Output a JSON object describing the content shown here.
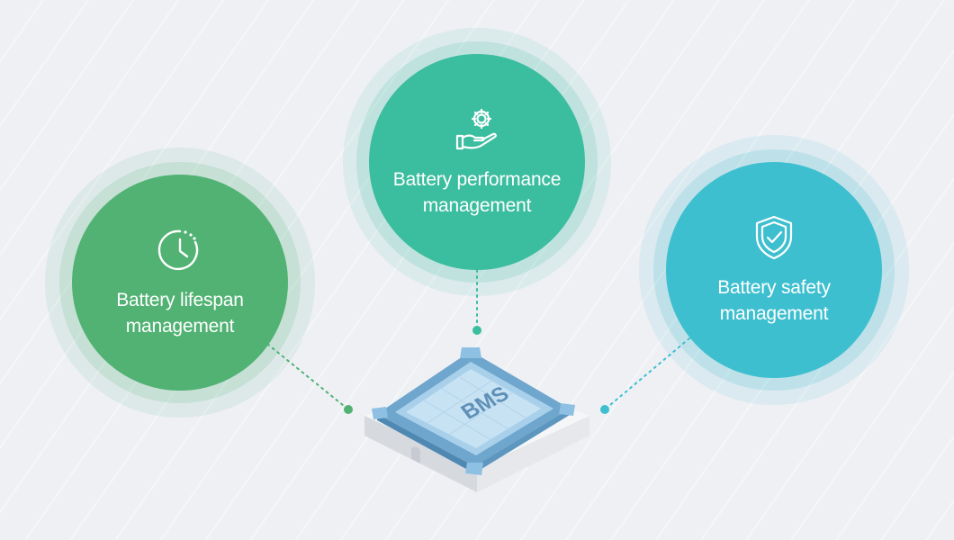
{
  "nodes": {
    "lifespan": {
      "label": "Battery lifespan management",
      "icon": "clock-icon",
      "color": "#51b273"
    },
    "performance": {
      "label": "Battery performance management",
      "icon": "hand-gear-icon",
      "color": "#3bbd9f"
    },
    "safety": {
      "label": "Battery safety management",
      "icon": "shield-check-icon",
      "color": "#3ebfcf"
    }
  },
  "chip": {
    "label": "BMS",
    "icon": "bms-chip-icon"
  },
  "colors": {
    "background": "#eef0f4",
    "chip_blue": "#7fb6d8",
    "chip_base": "#f4f5f7"
  }
}
